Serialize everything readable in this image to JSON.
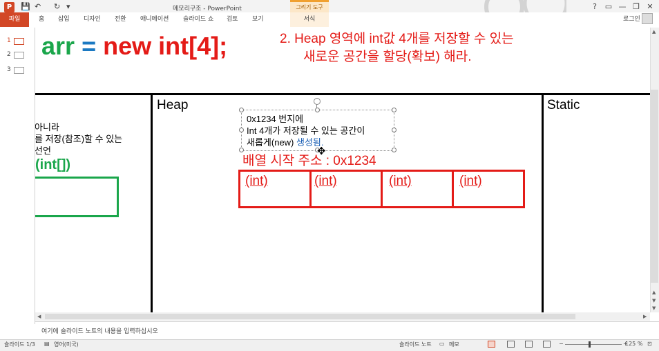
{
  "titlebar": {
    "app_icon": "P",
    "window_title": "메모리구조 - PowerPoint",
    "context_group": "그리기 도구",
    "qa_save": "💾",
    "qa_undo": "↶",
    "qa_redo": "↻",
    "qa_customize": "▾",
    "help": "?",
    "minimize": "—",
    "restore": "❐",
    "close": "✕"
  },
  "ribbon": {
    "file": "파일",
    "tabs": [
      "홈",
      "삽입",
      "디자인",
      "전환",
      "애니메이션",
      "슬라이드 쇼",
      "검토",
      "보기"
    ],
    "format": "서식",
    "signin": "로그인"
  },
  "thumbnails": [
    "1",
    "2",
    "3"
  ],
  "slide": {
    "code_arr": "arr",
    "code_eq": "=",
    "code_rest": "new int[4];",
    "note_line1": "2.   Heap 영역에 int값 4개를 저장할 수 있는",
    "note_line2": "새로운 공간을 할당(확보) 해라.",
    "region_heap": "Heap",
    "region_static": "Static",
    "stack_text1": "아니라",
    "stack_text2": "를 저장(참조)할 수 있는",
    "stack_text3": "선언",
    "stack_type": "(int[])",
    "textbox_line1": "0x1234 번지에",
    "textbox_line2": "Int 4개가 저장될 수 있는 공간이",
    "textbox_line3a": "새롭게(new) ",
    "textbox_line3b": "생성됨.",
    "array_start": "배열 시작 주소 : 0x1234",
    "cells": [
      "(int)",
      "(int)",
      "(int)",
      "(int)"
    ]
  },
  "notes_placeholder": "여기에 슬라이드 노트의 내용을 입력하십시오",
  "status": {
    "slide": "슬라이드 1/3",
    "language": "영어(미국)",
    "notes_btn": "슬라이드 노트",
    "comments_btn": "메모",
    "zoom": "125 %",
    "zoom_minus": "−",
    "zoom_plus": "+"
  },
  "colors": {
    "accent": "#d24726",
    "green": "#1aa64b",
    "blue": "#1b79c2",
    "red": "#e41b17"
  }
}
